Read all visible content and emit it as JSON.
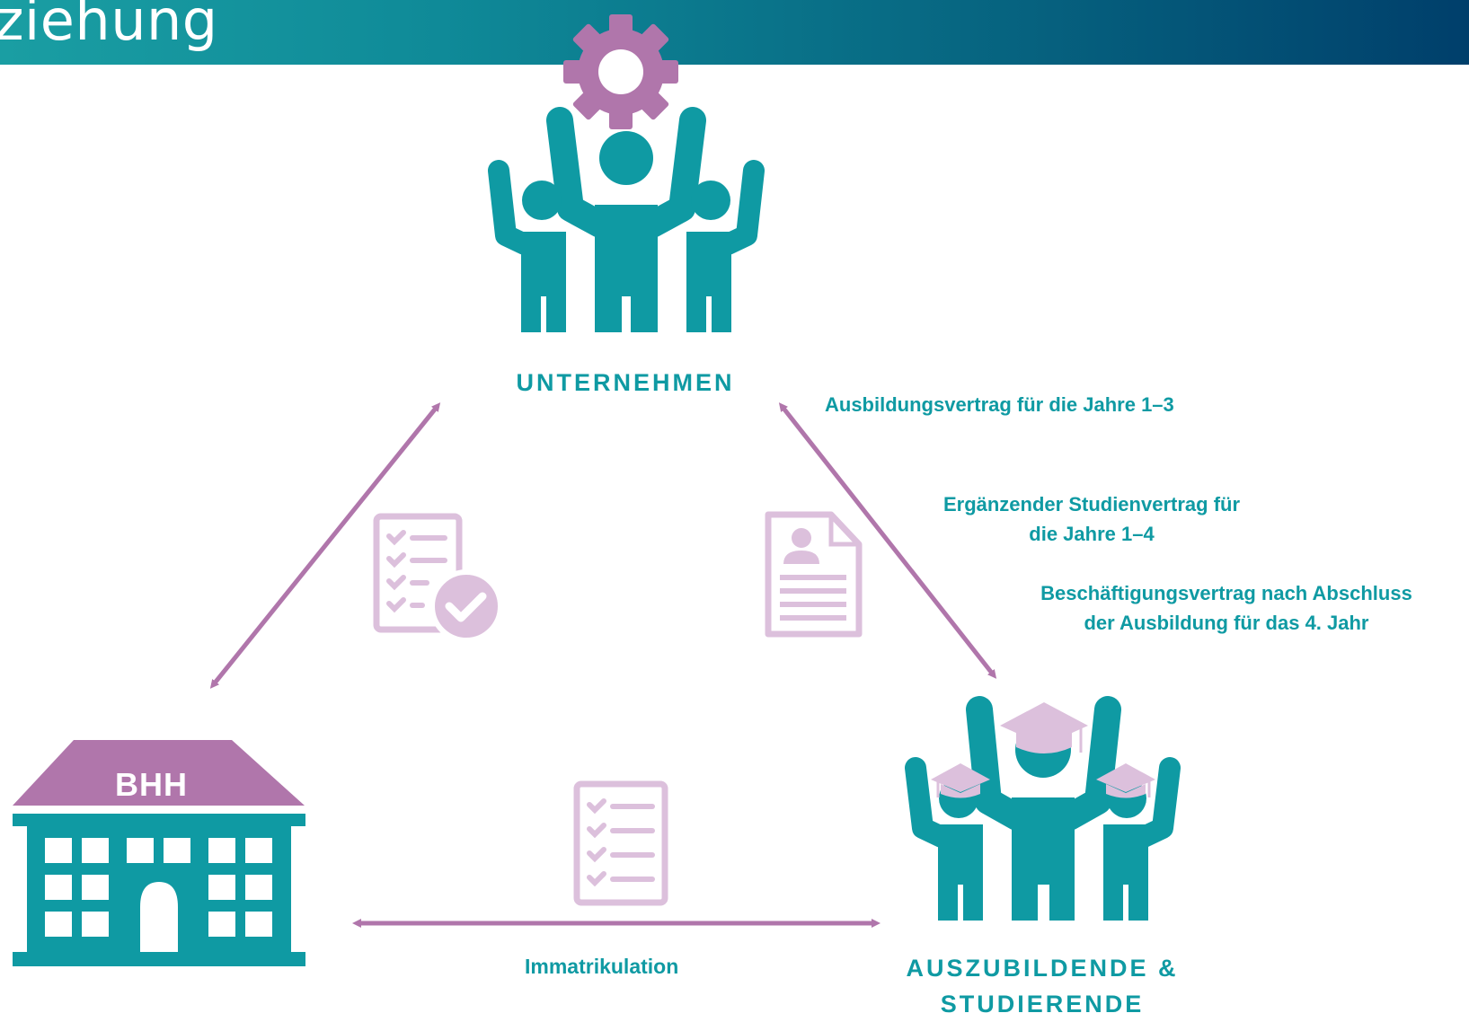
{
  "header": {
    "title": "ziehung"
  },
  "nodes": {
    "unternehmen": {
      "label": "UNTERNEHMEN"
    },
    "auszubildende": {
      "label_line1": "AUSZUBILDENDE &",
      "label_line2": "STUDIERENDE"
    },
    "bhh": {
      "label": "BHH"
    }
  },
  "contracts": {
    "ausbildung": "Ausbildungsvertrag für die Jahre 1–3",
    "studien_line1": "Ergänzender Studienvertrag für",
    "studien_line2": "die Jahre 1–4",
    "beschaeftigung_line1": "Beschäftigungsvertrag nach Abschluss",
    "beschaeftigung_line2": "der Ausbildung für das 4. Jahr"
  },
  "immatrikulation": "Immatrikulation",
  "colors": {
    "teal": "#0f9aa3",
    "purple": "#b076ab",
    "light_purple": "#dcc0dc",
    "header_start": "#1a9ea3",
    "header_end": "#003f6b"
  },
  "icons": [
    "gear-icon",
    "people-team-icon",
    "graduates-icon",
    "building-icon",
    "checklist-approved-icon",
    "profile-document-icon",
    "checklist-icon"
  ]
}
